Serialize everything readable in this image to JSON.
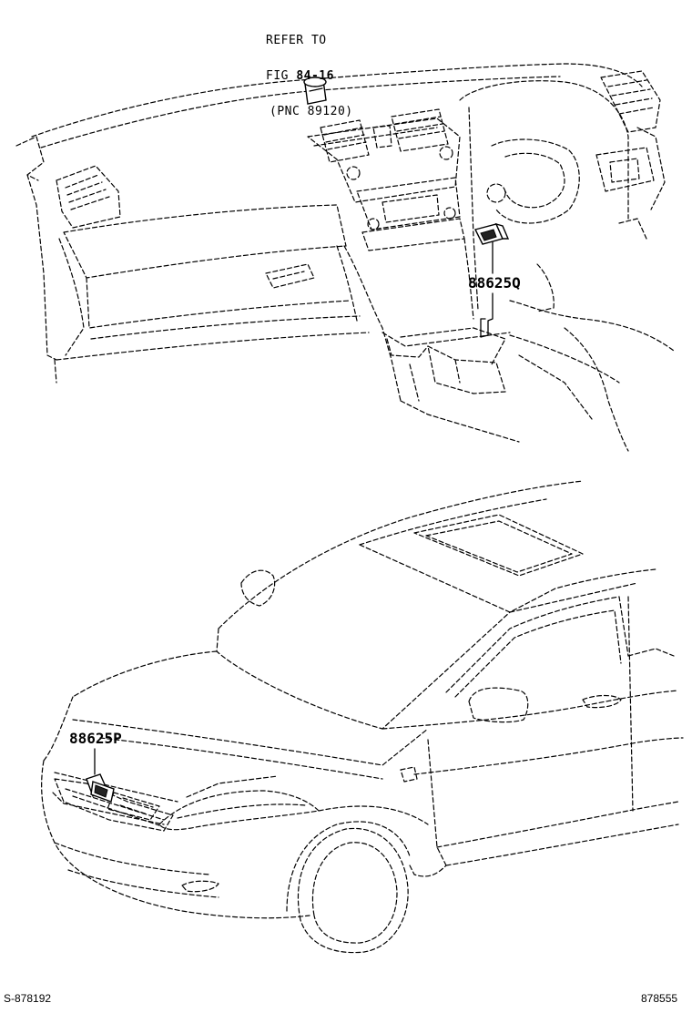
{
  "refer": {
    "line1": "REFER TO",
    "line2_prefix": "FIG ",
    "line2_fig": "84-16",
    "line3": "(PNC 89120)"
  },
  "callouts": {
    "upper": "88625Q",
    "lower": "88625P"
  },
  "footer": {
    "left": "S-878192",
    "right": "878555"
  }
}
